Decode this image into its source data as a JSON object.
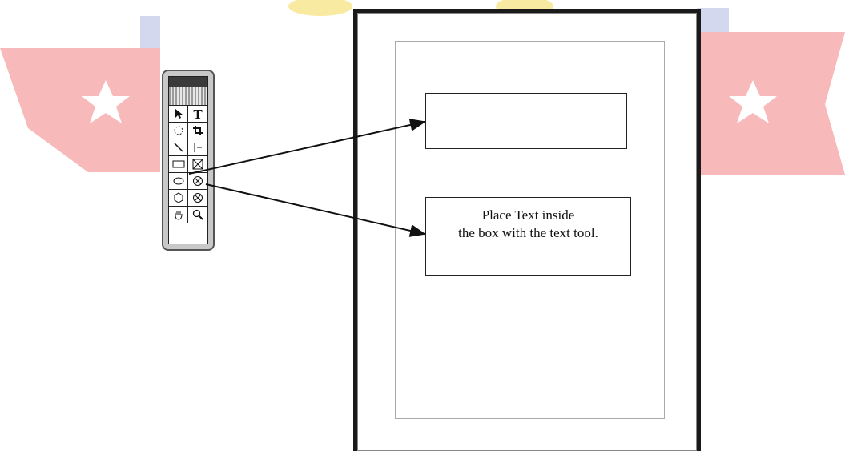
{
  "toolbox": {
    "tools": [
      {
        "name": "pointer-tool-icon",
        "glyph": "➤"
      },
      {
        "name": "text-tool-icon",
        "glyph": "T"
      },
      {
        "name": "rotate-tool-icon",
        "glyph": "◌"
      },
      {
        "name": "crop-tool-icon",
        "glyph": "⌗"
      },
      {
        "name": "line-tool-icon",
        "glyph": "╲"
      },
      {
        "name": "perpendicular-line-tool-icon",
        "glyph": "⊢"
      },
      {
        "name": "rectangle-tool-icon",
        "glyph": "▭"
      },
      {
        "name": "rectangle-frame-tool-icon",
        "glyph": "⊠"
      },
      {
        "name": "ellipse-tool-icon",
        "glyph": "⬭"
      },
      {
        "name": "ellipse-frame-tool-icon",
        "glyph": "⊗"
      },
      {
        "name": "polygon-tool-icon",
        "glyph": "⬡"
      },
      {
        "name": "polygon-frame-tool-icon",
        "glyph": "⊗"
      },
      {
        "name": "hand-tool-icon",
        "glyph": "✋"
      },
      {
        "name": "zoom-tool-icon",
        "glyph": "🔍"
      }
    ]
  },
  "text_frame": {
    "line1": "Place Text inside",
    "line2": "the box with the text tool."
  },
  "colors": {
    "watermark_red": "#f7b9b9",
    "watermark_blue": "#d3d8ef",
    "watermark_yellow": "#f8eaa1",
    "ink": "#111111"
  }
}
